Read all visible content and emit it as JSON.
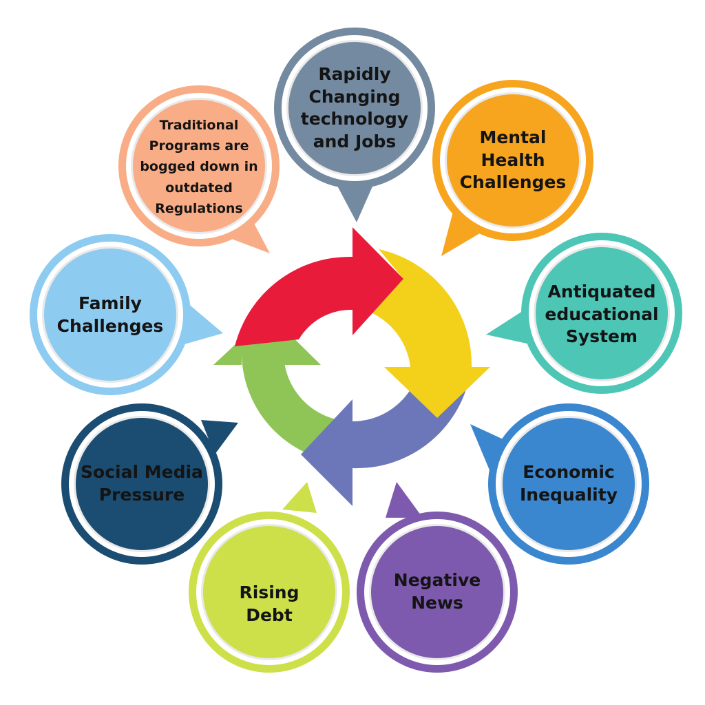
{
  "bubbles": {
    "b1": {
      "lines": [
        "Rapidly",
        "Changing",
        "technology",
        "and Jobs"
      ],
      "color": "#748aa0"
    },
    "b2": {
      "lines": [
        "Mental",
        "Health",
        "Challenges"
      ],
      "color": "#f7a51e"
    },
    "b3": {
      "lines": [
        "Antiquated",
        "educational",
        "System"
      ],
      "color": "#4dc6b6"
    },
    "b4": {
      "lines": [
        "Economic",
        "Inequality"
      ],
      "color": "#3a86cf"
    },
    "b5": {
      "lines": [
        "Negative",
        "News"
      ],
      "color": "#7d5aae"
    },
    "b6": {
      "lines": [
        "Rising",
        "Debt"
      ],
      "color": "#cde04a"
    },
    "b7": {
      "lines": [
        "Social Media",
        "Pressure"
      ],
      "color": "#1b4c72"
    },
    "b8": {
      "lines": [
        "Family",
        "Challenges"
      ],
      "color": "#8ecbf1"
    },
    "b9": {
      "lines": [
        "Traditional",
        "Programs are",
        "bogged down in",
        "outdated",
        "Regulations"
      ],
      "color": "#f8ad86"
    }
  },
  "cycle_colors": {
    "red": "#e91b3b",
    "yellow": "#f3d019",
    "purple": "#6b77b9",
    "green": "#8ec556"
  }
}
